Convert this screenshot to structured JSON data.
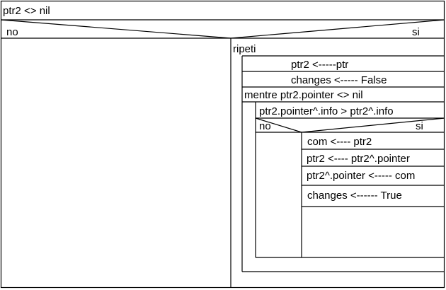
{
  "diagram": {
    "outer_condition": "ptr2 <> nil",
    "outer_no_label": "no",
    "outer_yes_label": "si",
    "repeat_keyword": "ripeti",
    "repeat_statements": [
      "ptr2 <-----ptr",
      "changes <----- False"
    ],
    "while_header": "mentre ptr2.pointer <> nil",
    "inner_condition": "ptr2.pointer^.info > ptr2^.info",
    "inner_no_label": "no",
    "inner_yes_label": "si",
    "inner_yes_statements": [
      "com <---- ptr2",
      "ptr2 <---- ptr2^.pointer",
      "ptr2^.pointer <----- com",
      "changes <------ True"
    ],
    "line_color": "#000000",
    "background_color": "#ffffff"
  }
}
